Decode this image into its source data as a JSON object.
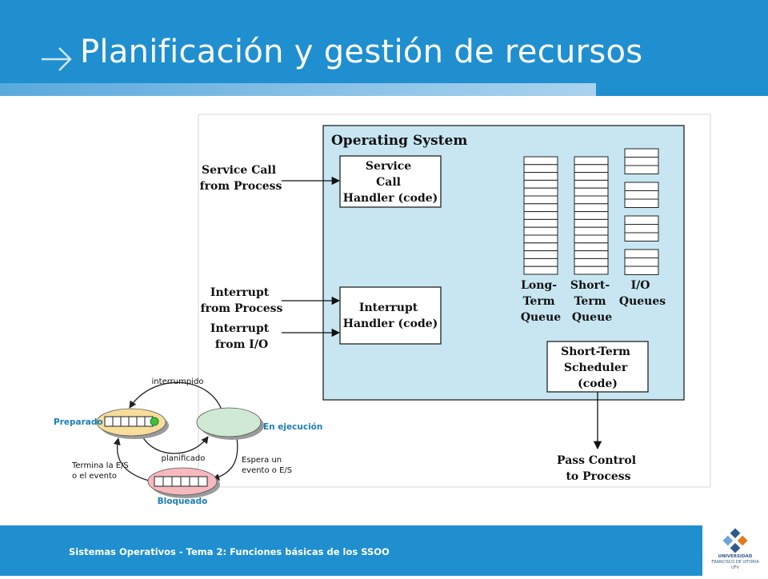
{
  "slide": {
    "title": "Planificación y gestión de recursos",
    "footer": "Sistemas Operativos - Tema 2: Funciones básicas de los SSOO",
    "logo": {
      "line1": "UNIVERSIDAD",
      "line2": "FRANCISCO DE VITORIA",
      "line3": "UFV"
    }
  },
  "os_diagram": {
    "title": "Operating System",
    "inputs": {
      "service_call": [
        "Service Call",
        "from Process"
      ],
      "interrupt_process": [
        "Interrupt",
        "from Process"
      ],
      "interrupt_io": [
        "Interrupt",
        "from I/O"
      ]
    },
    "service_handler": [
      "Service",
      "Call",
      "Handler (code)"
    ],
    "interrupt_handler": [
      "Interrupt",
      "Handler (code)"
    ],
    "queues": {
      "long_term": [
        "Long-",
        "Term",
        "Queue"
      ],
      "short_term": [
        "Short-",
        "Term",
        "Queue"
      ],
      "io": [
        "I/O",
        "Queues"
      ]
    },
    "scheduler": [
      "Short-Term",
      "Scheduler",
      "(code)"
    ],
    "pass_control": [
      "Pass Control",
      "to Process"
    ]
  },
  "state_diagram": {
    "states": {
      "ready": "Preparado",
      "running": "En ejecución",
      "blocked": "Bloqueado"
    },
    "transitions": {
      "interrupted": "interrumpido",
      "scheduled": "planificado",
      "wait": [
        "Espera un",
        "evento o E/S"
      ],
      "done": [
        "Termina la E/S",
        "o el evento"
      ]
    }
  },
  "colors": {
    "brand_blue": "#1f8fd0",
    "os_panel": "#c7e6f2",
    "ready_state": "#f8dd9b",
    "running_state": "#cfe9d4",
    "blocked_state": "#f6b9bd",
    "state_label": "#1a7fb8"
  }
}
